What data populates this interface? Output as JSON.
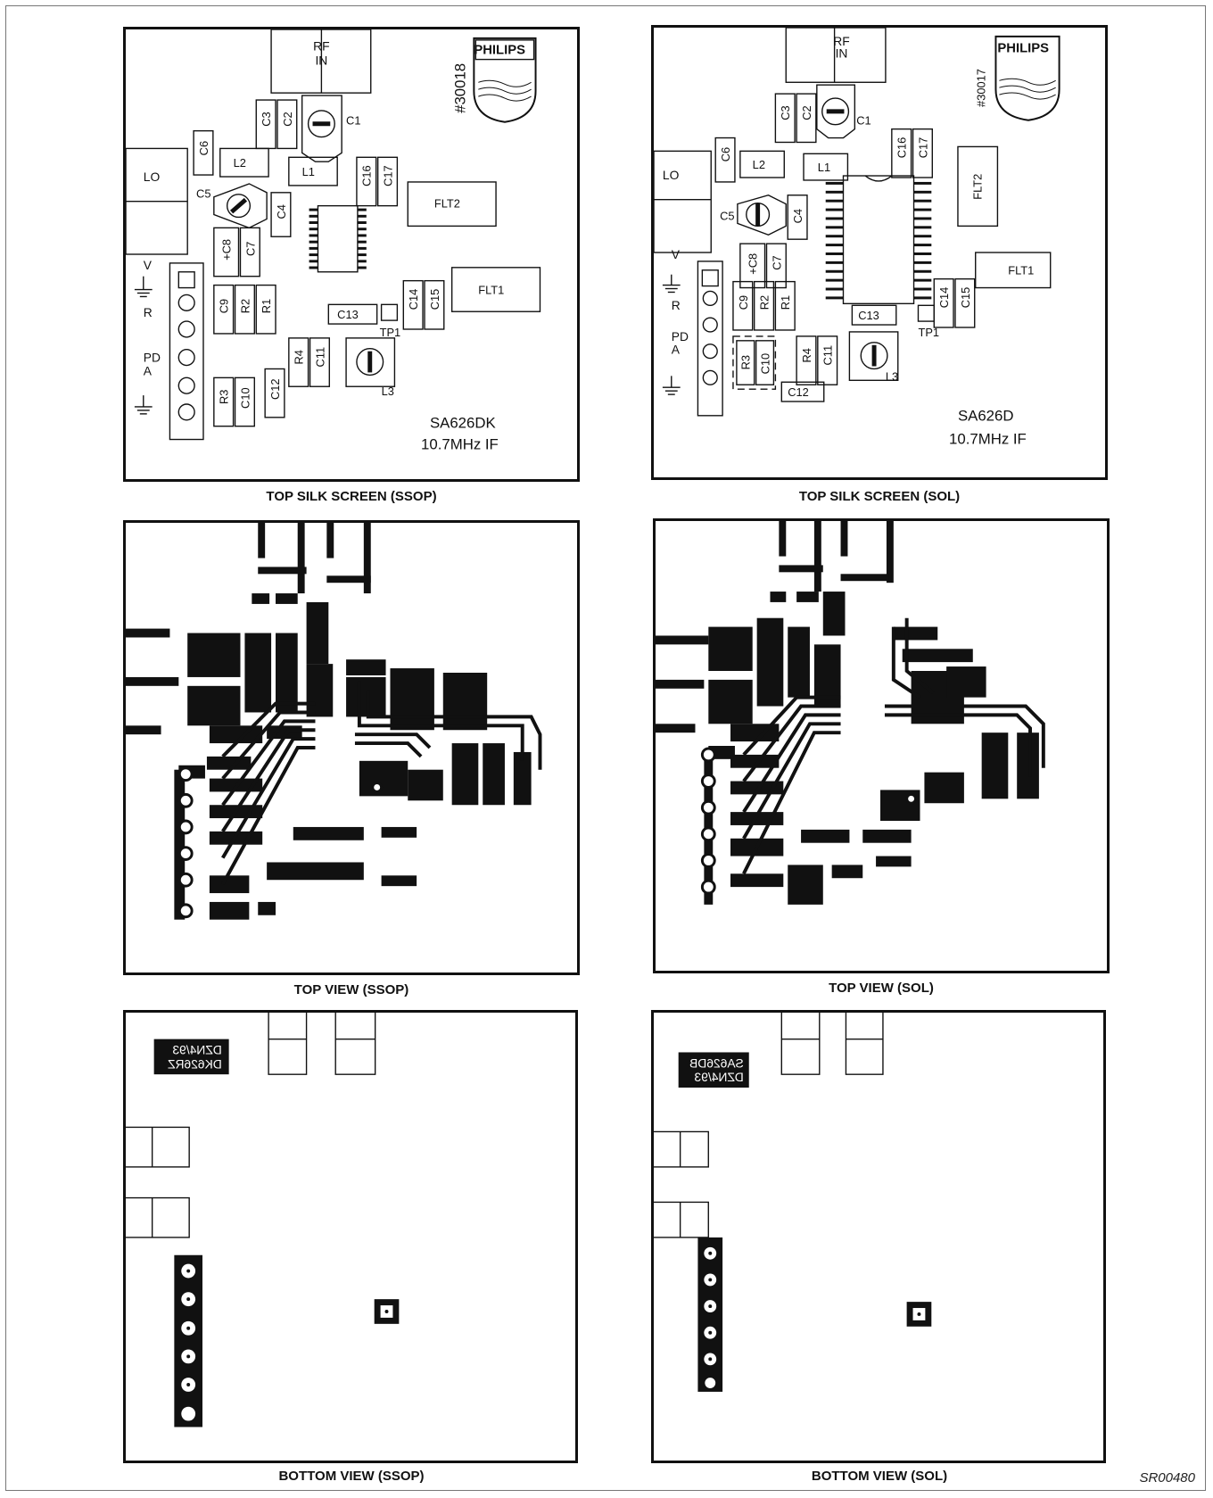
{
  "figure_code": "SR00480",
  "panels": {
    "ssop_silk": {
      "caption": "TOP SILK SCREEN (SSOP)",
      "part": "SA626DK",
      "freq": "10.7MHz IF",
      "board_id": "#30018",
      "brand": "PHILIPS",
      "rf_in_line1": "RF",
      "rf_in_line2": "IN",
      "lo": "LO",
      "pins": {
        "v": "V",
        "r": "R",
        "pd": "PD",
        "a": "A"
      },
      "components": {
        "c1": "C1",
        "c2": "C2",
        "c3": "C3",
        "c4": "C4",
        "c5": "C5",
        "c6": "C6",
        "c7": "C7",
        "c8": "+C8",
        "c9": "C9",
        "c10": "C10",
        "c11": "C11",
        "c12": "C12",
        "c13": "C13",
        "c14": "C14",
        "c15": "C15",
        "c16": "C16",
        "c17": "C17",
        "r1": "R1",
        "r2": "R2",
        "r3": "R3",
        "r4": "R4",
        "l1": "L1",
        "l2": "L2",
        "l3": "L3",
        "flt1": "FLT1",
        "flt2": "FLT2",
        "tp1": "TP1"
      }
    },
    "sol_silk": {
      "caption": "TOP SILK SCREEN (SOL)",
      "part": "SA626D",
      "freq": "10.7MHz IF",
      "board_id": "#30017",
      "brand": "PHILIPS",
      "rf_in_line1": "RF",
      "rf_in_line2": "IN",
      "lo": "LO",
      "pins": {
        "v": "V",
        "r": "R",
        "pd": "PD",
        "a": "A"
      },
      "components": {
        "c1": "C1",
        "c2": "C2",
        "c3": "C3",
        "c4": "C4",
        "c5": "C5",
        "c6": "C6",
        "c7": "C7",
        "c8": "+C8",
        "c9": "C9",
        "c10": "C10",
        "c11": "C11",
        "c12": "C12",
        "c13": "C13",
        "c14": "C14",
        "c15": "C15",
        "c16": "C16",
        "c17": "C17",
        "r1": "R1",
        "r2": "R2",
        "r3": "R3",
        "r4": "R4",
        "l1": "L1",
        "l2": "L2",
        "l3": "L3",
        "flt1": "FLT1",
        "flt2": "FLT2",
        "tp1": "TP1"
      }
    },
    "ssop_top": {
      "caption": "TOP VIEW (SSOP)"
    },
    "sol_top": {
      "caption": "TOP VIEW (SOL)"
    },
    "ssop_bottom": {
      "caption": "BOTTOM VIEW (SSOP)",
      "label_line1": "DZN4/93",
      "label_line2": "DK626RZ"
    },
    "sol_bottom": {
      "caption": "BOTTOM VIEW (SOL)",
      "label_line1": "SA626DB",
      "label_line2": "DZN4/93"
    }
  }
}
